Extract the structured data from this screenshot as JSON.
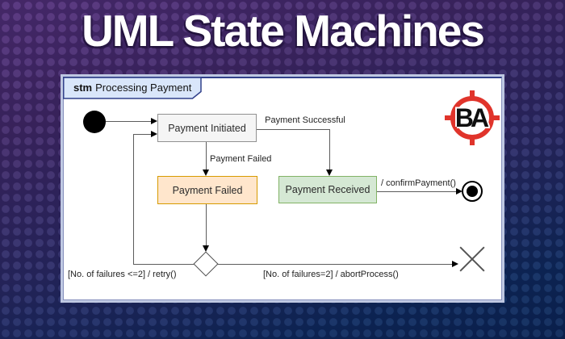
{
  "page": {
    "title": "UML State Machines"
  },
  "diagram": {
    "frame": {
      "keyword": "stm",
      "name": "Processing Payment"
    },
    "states": [
      {
        "id": "payment-initiated",
        "label": "Payment Initiated",
        "fill": "#f5f5f5",
        "border": "#919191"
      },
      {
        "id": "payment-failed",
        "label": "Payment Failed",
        "fill": "#ffe6cc",
        "border": "#d79b00"
      },
      {
        "id": "payment-received",
        "label": "Payment Received",
        "fill": "#d5e8d4",
        "border": "#82b366"
      }
    ],
    "transitions": [
      {
        "id": "payment-successful",
        "label": "Payment Successful"
      },
      {
        "id": "payment-failed",
        "label": "Payment Failed"
      },
      {
        "id": "confirm-payment",
        "label": "/ confirmPayment()"
      },
      {
        "id": "retry",
        "label": "[No. of failures <=2] / retry()"
      },
      {
        "id": "abort",
        "label": "[No. of failures=2] / abortProcess()"
      }
    ],
    "nodes": [
      {
        "type": "initial-state"
      },
      {
        "type": "choice-diamond"
      },
      {
        "type": "final-state"
      },
      {
        "type": "terminate-node"
      }
    ]
  },
  "logo": {
    "text": "BA",
    "accent": "#e0342b"
  },
  "colors": {
    "background_top": "#53307c",
    "background_bottom": "#0a2658",
    "title_text": "#ffffff",
    "frame_tab_fill": "#d9e6fa",
    "frame_border": "#31408a",
    "panel_edge": "#bfc8e2"
  }
}
